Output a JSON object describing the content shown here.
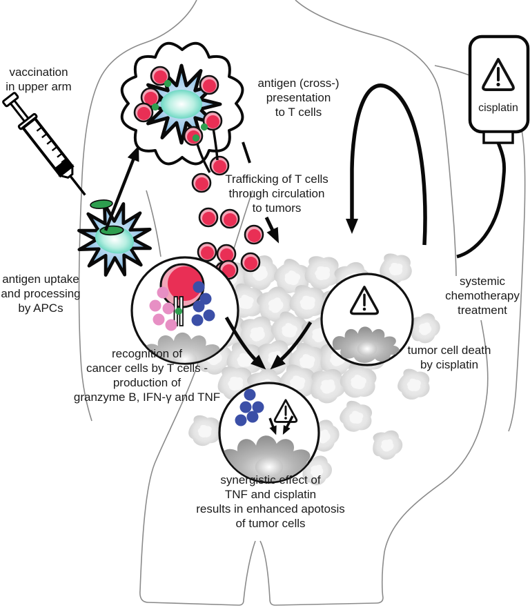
{
  "labels": {
    "vaccination": "vaccination\nin upper arm",
    "antigen_presentation": "antigen (cross-)\npresentation\nto T cells",
    "trafficking": "Trafficking of T cells\nthrough circulation\nto tumors",
    "cisplatin": "cisplatin",
    "antigen_uptake": "antigen uptake\nand processing\nby APCs",
    "recognition": "recognition of\ncancer cells by T cells -\nproduction of\ngranzyme B, IFN-γ and TNF",
    "tumor_death": "tumor cell death\nby cisplatin",
    "systemic": "systemic\nchemotherapy\ntreatment",
    "synergy": "synergistic effect of\nTNF and cisplatin\nresults in enhanced apotosis\nof tumor cells"
  },
  "colors": {
    "t_cell": "#e92f55",
    "t_cell_rim": "#f2a6b8",
    "dendritic_blue": "#5b9fd6",
    "nucleus_teal": "#49ccb4",
    "antigen_green": "#2e9e4f",
    "granzyme_pink": "#e78fc4",
    "cytokine_blue": "#3b4fa7",
    "tumor_cell_gray": "#c6c6c6",
    "outline_black": "#0a0a0a",
    "body_outline_gray": "#8a8a8a"
  },
  "icons": {
    "warning": "exclamation-triangle",
    "syringe": "syringe",
    "iv_bag": "iv-bag"
  }
}
